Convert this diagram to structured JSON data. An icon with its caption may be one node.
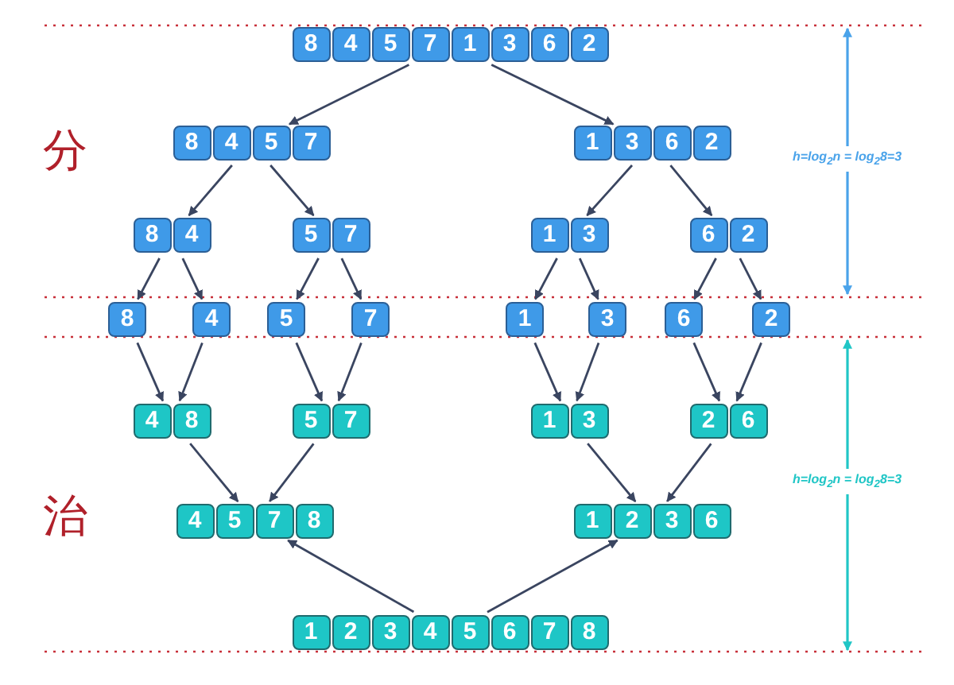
{
  "diagram": {
    "nodes": [
      {
        "text": [
          "8",
          "4",
          "5",
          "7",
          "1",
          "3",
          "6",
          "2"
        ]
      },
      {
        "text": [
          "8",
          "4",
          "5",
          "7"
        ]
      },
      {
        "text": [
          "1",
          "3",
          "6",
          "2"
        ]
      },
      {
        "text": [
          "8",
          "4"
        ]
      },
      {
        "text": [
          "5",
          "7"
        ]
      },
      {
        "text": [
          "1",
          "3"
        ]
      },
      {
        "text": [
          "6",
          "2"
        ]
      },
      {
        "text": [
          "8"
        ]
      },
      {
        "text": [
          "4"
        ]
      },
      {
        "text": [
          "5"
        ]
      },
      {
        "text": [
          "7"
        ]
      },
      {
        "text": [
          "1"
        ]
      },
      {
        "text": [
          "3"
        ]
      },
      {
        "text": [
          "6"
        ]
      },
      {
        "text": [
          "2"
        ]
      },
      {
        "text": [
          "4",
          "8"
        ]
      },
      {
        "text": [
          "5",
          "7"
        ]
      },
      {
        "text": [
          "1",
          "3"
        ]
      },
      {
        "text": [
          "2",
          "6"
        ]
      },
      {
        "text": [
          "4",
          "5",
          "7",
          "8"
        ]
      },
      {
        "text": [
          "1",
          "2",
          "3",
          "6"
        ]
      },
      {
        "text": [
          "1",
          "2",
          "3",
          "4",
          "5",
          "6",
          "7",
          "8"
        ]
      }
    ],
    "edges": [
      {
        "from": 0,
        "to": 1,
        "arrow": "to"
      },
      {
        "from": 0,
        "to": 2,
        "arrow": "to"
      },
      {
        "from": 1,
        "to": 3,
        "arrow": "to"
      },
      {
        "from": 1,
        "to": 4,
        "arrow": "to"
      },
      {
        "from": 2,
        "to": 5,
        "arrow": "to"
      },
      {
        "from": 2,
        "to": 6,
        "arrow": "to"
      },
      {
        "from": 3,
        "to": 7,
        "arrow": "to"
      },
      {
        "from": 3,
        "to": 8,
        "arrow": "to"
      },
      {
        "from": 4,
        "to": 9,
        "arrow": "to"
      },
      {
        "from": 4,
        "to": 10,
        "arrow": "to"
      },
      {
        "from": 5,
        "to": 11,
        "arrow": "to"
      },
      {
        "from": 5,
        "to": 12,
        "arrow": "to"
      },
      {
        "from": 6,
        "to": 13,
        "arrow": "to"
      },
      {
        "from": 6,
        "to": 14,
        "arrow": "to"
      },
      {
        "from": 7,
        "to": 15,
        "arrow": "to"
      },
      {
        "from": 8,
        "to": 15,
        "arrow": "to"
      },
      {
        "from": 9,
        "to": 16,
        "arrow": "to"
      },
      {
        "from": 10,
        "to": 16,
        "arrow": "to"
      },
      {
        "from": 11,
        "to": 17,
        "arrow": "to"
      },
      {
        "from": 12,
        "to": 17,
        "arrow": "to"
      },
      {
        "from": 13,
        "to": 18,
        "arrow": "to"
      },
      {
        "from": 14,
        "to": 18,
        "arrow": "to"
      },
      {
        "from": 15,
        "to": 19,
        "arrow": "to"
      },
      {
        "from": 16,
        "to": 19,
        "arrow": "to"
      },
      {
        "from": 17,
        "to": 20,
        "arrow": "to"
      },
      {
        "from": 18,
        "to": 20,
        "arrow": "to"
      },
      {
        "from": 21,
        "to": 19,
        "arrow": "to"
      },
      {
        "from": 21,
        "to": 20,
        "arrow": "to"
      }
    ],
    "labels": [
      "分",
      "h=log$_{2}$n = log$_{2}$8=3",
      "治",
      "h=log$_{2}$n = log$_{2}$8=3"
    ]
  }
}
